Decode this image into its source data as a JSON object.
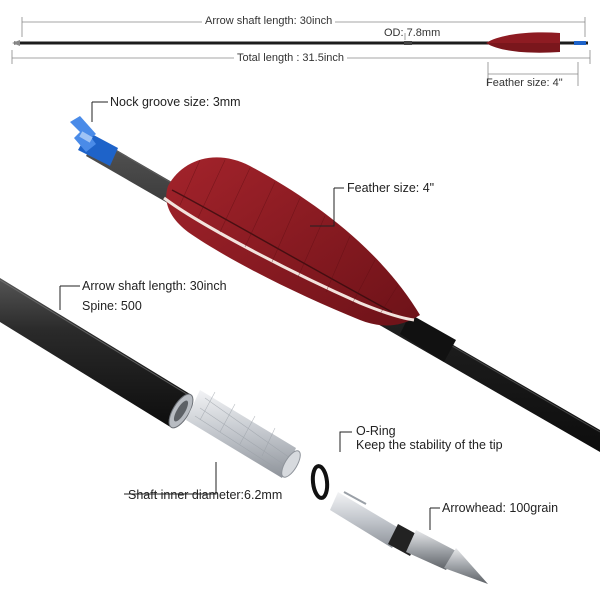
{
  "spec_bar": {
    "shaft_length": "Arrow shaft length: 30inch",
    "outer_diameter": "OD: 7.8mm",
    "total_length": "Total length : 31.5inch",
    "feather_size": "Feather size: 4\""
  },
  "callouts": {
    "nock_groove": "Nock groove size: 3mm",
    "feather_size": "Feather size: 4\"",
    "shaft_length": "Arrow shaft length: 30inch",
    "spine": "Spine: 500",
    "shaft_inner_diameter": "Shaft inner diameter:6.2mm",
    "o_ring_title": "O-Ring",
    "o_ring_desc": "Keep the stability of the tip",
    "arrowhead": "Arrowhead: 100grain"
  },
  "colors": {
    "feather": "#8e1b22",
    "shaft": "#1c1c1c",
    "nock": "#1e63c9",
    "metal": "#c9ccd0",
    "guide_line": "#888888"
  }
}
